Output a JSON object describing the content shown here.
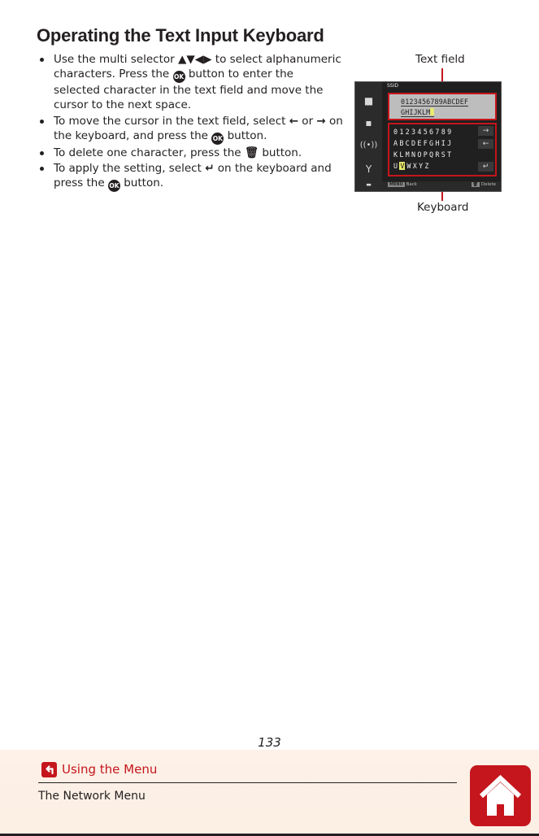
{
  "page": {
    "title": "Operating the Text Input Keyboard",
    "bullets": [
      {
        "parts": [
          "Use the multi selector ",
          "▲▼◀▶",
          " to select alphanumeric characters. Press the ",
          "OK",
          " button to enter the selected character in the text field and move the cursor to the next space."
        ]
      },
      {
        "parts": [
          "To move the cursor in the text field, select ",
          "←",
          " or ",
          "→",
          " on the keyboard, and press the ",
          "OK",
          " button."
        ]
      },
      {
        "parts": [
          "To delete one character, press the ",
          "🗑",
          " button."
        ]
      },
      {
        "parts": [
          "To apply the setting, select ",
          "↵",
          " on the keyboard and press the ",
          "OK",
          " button."
        ]
      }
    ],
    "page_number": "133"
  },
  "figure": {
    "label_text_field": "Text field",
    "label_keyboard": "Keyboard",
    "screen": {
      "ssid_label": "SSID",
      "text_field_line1": "0123456789ABCDEF",
      "text_field_line2": "GHIJKLM",
      "keyboard_rows": [
        "0123456789",
        "ABCDEFGHIJ",
        "KLMNOPQRST",
        "UVWXYZ"
      ],
      "keyboard_selected": "V",
      "side_keys": [
        "→",
        "←",
        "↵"
      ],
      "footer_back_key": "MENU",
      "footer_back": "Back",
      "footer_delete_key": "🗑",
      "footer_delete": "Delete",
      "sidebar_icons": [
        "camera-icon",
        "movie-icon",
        "wireless-icon",
        "wrench-icon",
        "battery-icon"
      ]
    },
    "accent_color": "#c4161c",
    "selection_color": "#e9ea6e"
  },
  "footer": {
    "back_link": "Using the Menu",
    "section": "The Network Menu",
    "accent_color": "#c4161c"
  }
}
